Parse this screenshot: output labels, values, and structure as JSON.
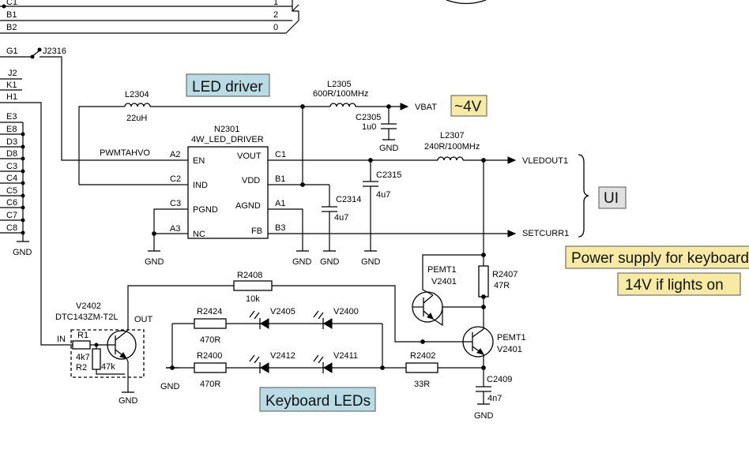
{
  "callouts": {
    "led_driver": "LED driver",
    "vbat_level": "~4V",
    "ui": "UI",
    "power_supply": "Power supply for keyboard",
    "lights_on": "14V if lights on",
    "keyboard_leds": "Keyboard LEDs"
  },
  "connector": {
    "pins_left": [
      "C1",
      "B1",
      "B2",
      "G1",
      "J2",
      "K1",
      "H1"
    ],
    "pins_column": [
      "E3",
      "E8",
      "D3",
      "D8",
      "C3",
      "C4",
      "C5",
      "C6",
      "C7",
      "C8"
    ],
    "bus_numbers": [
      "1",
      "2",
      "0"
    ],
    "jumper": "J2316"
  },
  "nets": {
    "pwm": "PWMTAHVO",
    "vbat": "VBAT",
    "vledout": "VLEDOUT1",
    "setcurr": "SETCURR1",
    "gnd": "GND"
  },
  "ic": {
    "ref": "N2301",
    "name": "4W_LED_DRIVER",
    "left_pins": [
      {
        "name": "EN",
        "ball": "A2"
      },
      {
        "name": "IND",
        "ball": "C2"
      },
      {
        "name": "PGND",
        "ball": "C3"
      },
      {
        "name": "NC",
        "ball": "A3"
      }
    ],
    "right_pins": [
      {
        "name": "VOUT",
        "ball": "C1"
      },
      {
        "name": "VDD",
        "ball": "B1"
      },
      {
        "name": "AGND",
        "ball": "A1"
      },
      {
        "name": "FB",
        "ball": "B3"
      }
    ]
  },
  "parts": {
    "L2304": {
      "ref": "L2304",
      "value": "22uH"
    },
    "L2305": {
      "ref": "L2305",
      "value": "600R/100MHz"
    },
    "C2305": {
      "ref": "C2305",
      "value": "1u0"
    },
    "L2307": {
      "ref": "L2307",
      "value": "240R/100MHz"
    },
    "C2315": {
      "ref": "C2315",
      "value": "4u7"
    },
    "C2314": {
      "ref": "C2314",
      "value": "4u7"
    },
    "R2408": {
      "ref": "R2408",
      "value": "10k"
    },
    "R2407": {
      "ref": "R2407",
      "value": "47R"
    },
    "PEMT1_top": {
      "ref": "PEMT1",
      "value": "V2401"
    },
    "PEMT1_bot": {
      "ref": "PEMT1",
      "value": "V2401"
    },
    "V2402": {
      "ref": "V2402",
      "value": "DTC143ZM-T2L",
      "in": "IN",
      "out": "OUT",
      "r1": "R1",
      "r1_val": "4k7",
      "r2": "R2",
      "r2_val": "47k"
    },
    "R2424": {
      "ref": "R2424",
      "value": "470R"
    },
    "R2400": {
      "ref": "R2400",
      "value": "470R"
    },
    "V2405": "V2405",
    "V2400": "V2400",
    "V2412": "V2412",
    "V2411": "V2411",
    "R2402": {
      "ref": "R2402",
      "value": "33R"
    },
    "C2409": {
      "ref": "C2409",
      "value": "4n7"
    }
  }
}
